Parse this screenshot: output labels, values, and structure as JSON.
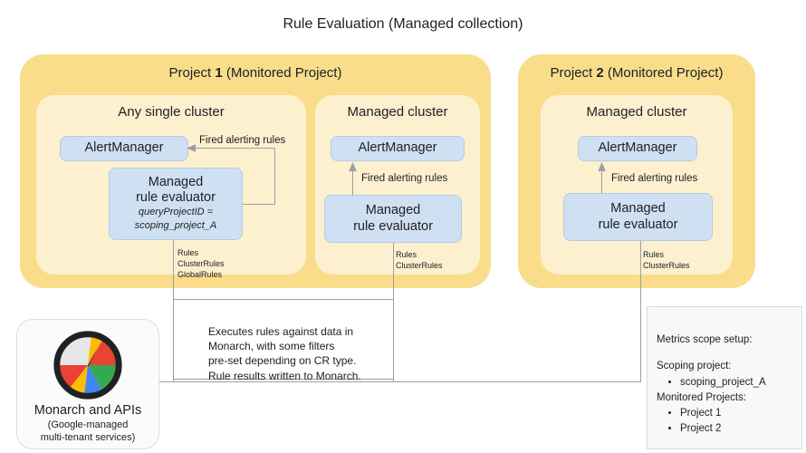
{
  "title": "Rule Evaluation (Managed collection)",
  "projects": [
    {
      "label_prefix": "Project ",
      "label_num": "1",
      "label_suffix": " (Monitored Project)",
      "clusters": [
        {
          "name": "Any single cluster",
          "alertmanager": "AlertManager",
          "evaluator_line1": "Managed",
          "evaluator_line2": "rule evaluator",
          "evaluator_sub1": "queryProjectID =",
          "evaluator_sub2": "scoping_project_A",
          "arrow_label": "Fired alerting rules",
          "rules_note": "Rules\nClusterRules\nGlobalRules"
        },
        {
          "name": "Managed cluster",
          "alertmanager": "AlertManager",
          "evaluator_line1": "Managed",
          "evaluator_line2": "rule evaluator",
          "arrow_label": "Fired alerting rules",
          "rules_note": "Rules\nClusterRules"
        }
      ]
    },
    {
      "label_prefix": "Project ",
      "label_num": "2",
      "label_suffix": " (Monitored Project)",
      "clusters": [
        {
          "name": "Managed cluster",
          "alertmanager": "AlertManager",
          "evaluator_line1": "Managed",
          "evaluator_line2": "rule evaluator",
          "arrow_label": "Fired alerting rules",
          "rules_note": "Rules\nClusterRules"
        }
      ]
    }
  ],
  "monarch": {
    "name": "Monarch and APIs",
    "subtitle": "(Google-managed\nmulti-tenant services)",
    "logo_icon": "monarch-gauge-logo"
  },
  "note": "Executes rules against data in\nMonarch, with some filters\npre-set depending on CR type.\nRule results written to Monarch.",
  "scope": {
    "heading": "Metrics scope setup:",
    "scoping_label": "Scoping project:",
    "scoping_items": [
      "scoping_project_A"
    ],
    "monitored_label": "Monitored Projects:",
    "monitored_items": [
      "Project 1",
      "Project 2"
    ]
  },
  "colors": {
    "project_bg": "#f9dd8b",
    "cluster_bg": "#fdf0cf",
    "box_bg": "#cfe0f3",
    "line": "#9aa0a6",
    "panel_bg": "#f7f8f9"
  }
}
